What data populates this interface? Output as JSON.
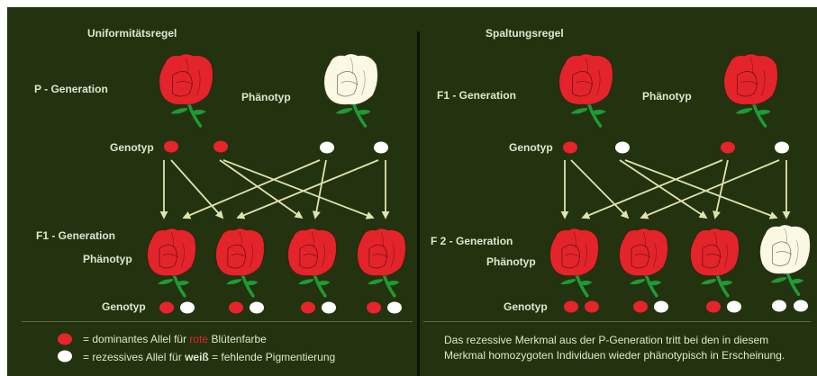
{
  "left": {
    "title": "Uniformitätsregel",
    "parent_label": "P - Generation",
    "parent_phenotype_label": "Phänotyp",
    "parent_genotype_label": "Genotyp",
    "child_label": "F1 - Generation",
    "child_phenotype_label": "Phänotyp",
    "child_genotype_label": "Genotyp"
  },
  "right": {
    "title": "Spaltungsregel",
    "parent_label": "F1 - Generation",
    "parent_phenotype_label": "Phänotyp",
    "parent_genotype_label": "Genotyp",
    "child_label": "F 2 - Generation",
    "child_phenotype_label": "Phänotyp",
    "child_genotype_label": "Genotyp"
  },
  "legend": {
    "red_prefix": "= dominantes Allel für",
    "red_word": "rote",
    "red_suffix": "Blütenfarbe",
    "white_prefix": "= rezessives Allel für",
    "white_word": "weiß",
    "white_suffix": "= fehlende Pigmentierung"
  },
  "note": {
    "line1": "Das rezessive Merkmal aus der P-Generation tritt bei den in diesem",
    "line2": "Merkmal homozygoten Individuen wieder phänotypisch in Erscheinung."
  },
  "colors": {
    "background": "#23330f",
    "text": "#dfe6cf",
    "red_allele": "#e8232c",
    "white_allele": "#ffffff",
    "arrow": "#dfe3b0",
    "red_flower": "#e3242b",
    "white_flower": "#fbf8e4",
    "stem": "#1f9a36"
  },
  "icons": [
    "flower-red-icon",
    "flower-white-icon",
    "allele-dot-icon",
    "arrow-icon"
  ]
}
